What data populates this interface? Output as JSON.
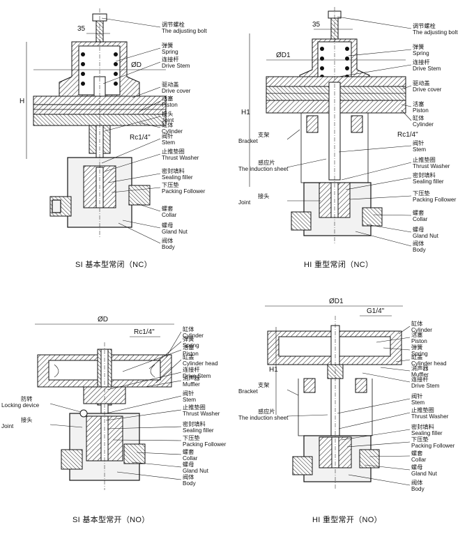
{
  "diagrams": [
    {
      "caption": "SI 基本型常闭（NC）",
      "dims": {
        "d": "ØD",
        "h": "H",
        "top": "35",
        "port": "Rc1/4\""
      },
      "labels": [
        {
          "zh": "调节螺栓",
          "en": "The adjusting bolt"
        },
        {
          "zh": "弹簧",
          "en": "Spring"
        },
        {
          "zh": "连接杆",
          "en": "Drive Stem"
        },
        {
          "zh": "驱动盖",
          "en": "Drive cover"
        },
        {
          "zh": "活塞",
          "en": "Piston"
        },
        {
          "zh": "接头",
          "en": "Joint"
        },
        {
          "zh": "缸体",
          "en": "Cylinder"
        },
        {
          "zh": "阀针",
          "en": "Stem"
        },
        {
          "zh": "止推垫圈",
          "en": "Thrust Washer"
        },
        {
          "zh": "密封填料",
          "en": "Sealing filler"
        },
        {
          "zh": "下压垫",
          "en": "Packing Follower"
        },
        {
          "zh": "螺套",
          "en": "Collar"
        },
        {
          "zh": "螺母",
          "en": "Gland Nut"
        },
        {
          "zh": "阀体",
          "en": "Body"
        }
      ]
    },
    {
      "caption": "HI 重型常闭（NC）",
      "dims": {
        "d": "ØD1",
        "h": "H1",
        "top": "35",
        "port": "Rc1/4\""
      },
      "labels": [
        {
          "zh": "调节螺栓",
          "en": "The adjusting bolt"
        },
        {
          "zh": "弹簧",
          "en": "Spring"
        },
        {
          "zh": "连接杆",
          "en": "Drive Stem"
        },
        {
          "zh": "驱动盖",
          "en": "Drive cover"
        },
        {
          "zh": "活塞",
          "en": "Piston"
        },
        {
          "zh": "缸体",
          "en": "Cylinder"
        },
        {
          "zh": "阀针",
          "en": "Stem"
        },
        {
          "zh": "止推垫圈",
          "en": "Thrust Washer"
        },
        {
          "zh": "密封填料",
          "en": "Sealing filler"
        },
        {
          "zh": "下压垫",
          "en": "Packing Follower"
        },
        {
          "zh": "螺套",
          "en": "Collar"
        },
        {
          "zh": "螺母",
          "en": "Gland Nut"
        },
        {
          "zh": "阀体",
          "en": "Body"
        }
      ],
      "left_labels": [
        {
          "zh": "支架",
          "en": "Bracket"
        },
        {
          "zh": "感应片",
          "en": "The induction sheet"
        },
        {
          "zh": "接头",
          "en": "Joint"
        }
      ]
    },
    {
      "caption": "SI 基本型常开（NO）",
      "dims": {
        "d": "ØD",
        "port": "Rc1/4\""
      },
      "labels": [
        {
          "zh": "缸体",
          "en": "Cylinder"
        },
        {
          "zh": "弹簧",
          "en": "Spring"
        },
        {
          "zh": "活塞",
          "en": "Piston"
        },
        {
          "zh": "缸盖",
          "en": "Cylinder head"
        },
        {
          "zh": "连接杆",
          "en": "Drive Stem"
        },
        {
          "zh": "消声器",
          "en": "Muffler"
        },
        {
          "zh": "阀针",
          "en": "Stem"
        },
        {
          "zh": "止推垫圈",
          "en": "Thrust Washer"
        },
        {
          "zh": "密封填料",
          "en": "Sealing filler"
        },
        {
          "zh": "下压垫",
          "en": "Packing Follower"
        },
        {
          "zh": "螺套",
          "en": "Collar"
        },
        {
          "zh": "螺母",
          "en": "Gland Nut"
        },
        {
          "zh": "阀体",
          "en": "Body"
        }
      ],
      "left_labels": [
        {
          "zh": "防转",
          "en": "Locking device"
        },
        {
          "zh": "接头",
          "en": "Joint"
        }
      ]
    },
    {
      "caption": "HI 重型常开（NO）",
      "dims": {
        "d": "ØD1",
        "h": "H1",
        "port": "G1/4\""
      },
      "labels": [
        {
          "zh": "缸体",
          "en": "Cylinder"
        },
        {
          "zh": "活塞",
          "en": "Piston"
        },
        {
          "zh": "弹簧",
          "en": "Spring"
        },
        {
          "zh": "缸盖",
          "en": "Cylinder head"
        },
        {
          "zh": "消声器",
          "en": "Muffler"
        },
        {
          "zh": "连接杆",
          "en": "Drive Stem"
        },
        {
          "zh": "阀针",
          "en": "Stem"
        },
        {
          "zh": "止推垫圈",
          "en": "Thrust Washer"
        },
        {
          "zh": "密封填料",
          "en": "Sealing filler"
        },
        {
          "zh": "下压垫",
          "en": "Packing Follower"
        },
        {
          "zh": "螺套",
          "en": "Collar"
        },
        {
          "zh": "螺母",
          "en": "Gland Nut"
        },
        {
          "zh": "阀体",
          "en": "Body"
        }
      ],
      "left_labels": [
        {
          "zh": "支架",
          "en": "Bracket"
        },
        {
          "zh": "感应片",
          "en": "The induction sheet"
        }
      ]
    }
  ]
}
